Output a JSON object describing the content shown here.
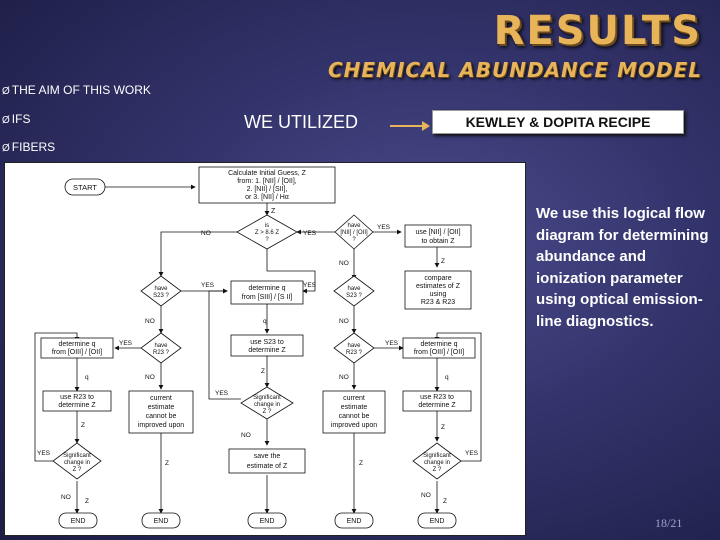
{
  "slide": {
    "title": "RESULTS",
    "subtitle": "CHEMICAL ABUNDANCE MODEL",
    "bullets": [
      "THE AIM OF THIS WORK",
      "IFS",
      "FIBERS"
    ],
    "bullet_marker": "Ø",
    "utilized": "WE UTILIZED",
    "recipe": "KEWLEY & DOPITA RECIPE",
    "caption": "We use this logical flow diagram for determining abundance and ionization parameter using optical emission-line diagnostics.",
    "page_number": "18/21"
  },
  "colors": {
    "title": "#e8b45a",
    "background": "#33336b",
    "caption": "#ffffff"
  },
  "flowchart": {
    "start": "START",
    "calc_box": [
      "Calculate Initial Guess, Z",
      "from:  1. [NII] / [OII],",
      "2. [NII] / [SII],",
      "or   3. [NII] / Hα"
    ],
    "z_label": "Z",
    "d_nii_oii": [
      "have",
      "[NII] / [OII]",
      "?"
    ],
    "d_zgt": [
      "is",
      "Z > 8.6 Z",
      "?"
    ],
    "use_nii_oii": [
      "use [NII] / [OII]",
      "to obtain Z"
    ],
    "compare": [
      "compare",
      "estimates of Z",
      "using",
      "R23 & R23"
    ],
    "d_s23_l": [
      "have",
      "S23 ?"
    ],
    "d_s23_r": [
      "have",
      "S23 ?"
    ],
    "determine_q_sii": [
      "determine q",
      "from [SIII] / [S II]"
    ],
    "determine_q_l": [
      "determine q",
      "from [OIII] / [OII]"
    ],
    "determine_q_r": [
      "determine q",
      "from [OIII] / [OII]"
    ],
    "d_r23_l": [
      "have",
      "R23 ?"
    ],
    "d_r23_r": [
      "have",
      "R23 ?"
    ],
    "use_s23": [
      "use S23 to",
      "determine Z"
    ],
    "use_r23_l": [
      "use R23 to",
      "determine Z"
    ],
    "use_r23_r": [
      "use R23 to",
      "determine Z"
    ],
    "current_l": [
      "current",
      "estimate",
      "cannot be",
      "improved upon"
    ],
    "current_r": [
      "current",
      "estimate",
      "cannot be",
      "improved upon"
    ],
    "d_sig_l": [
      "Significant",
      "change in",
      "Z ?"
    ],
    "d_sig_m": [
      "Significant",
      "change in",
      "Z ?"
    ],
    "d_sig_r": [
      "Significant",
      "change in",
      "Z ?"
    ],
    "save": [
      "save the",
      "estimate of Z"
    ],
    "end": "END",
    "yes": "YES",
    "no": "NO",
    "q": "q",
    "z": "Z"
  }
}
